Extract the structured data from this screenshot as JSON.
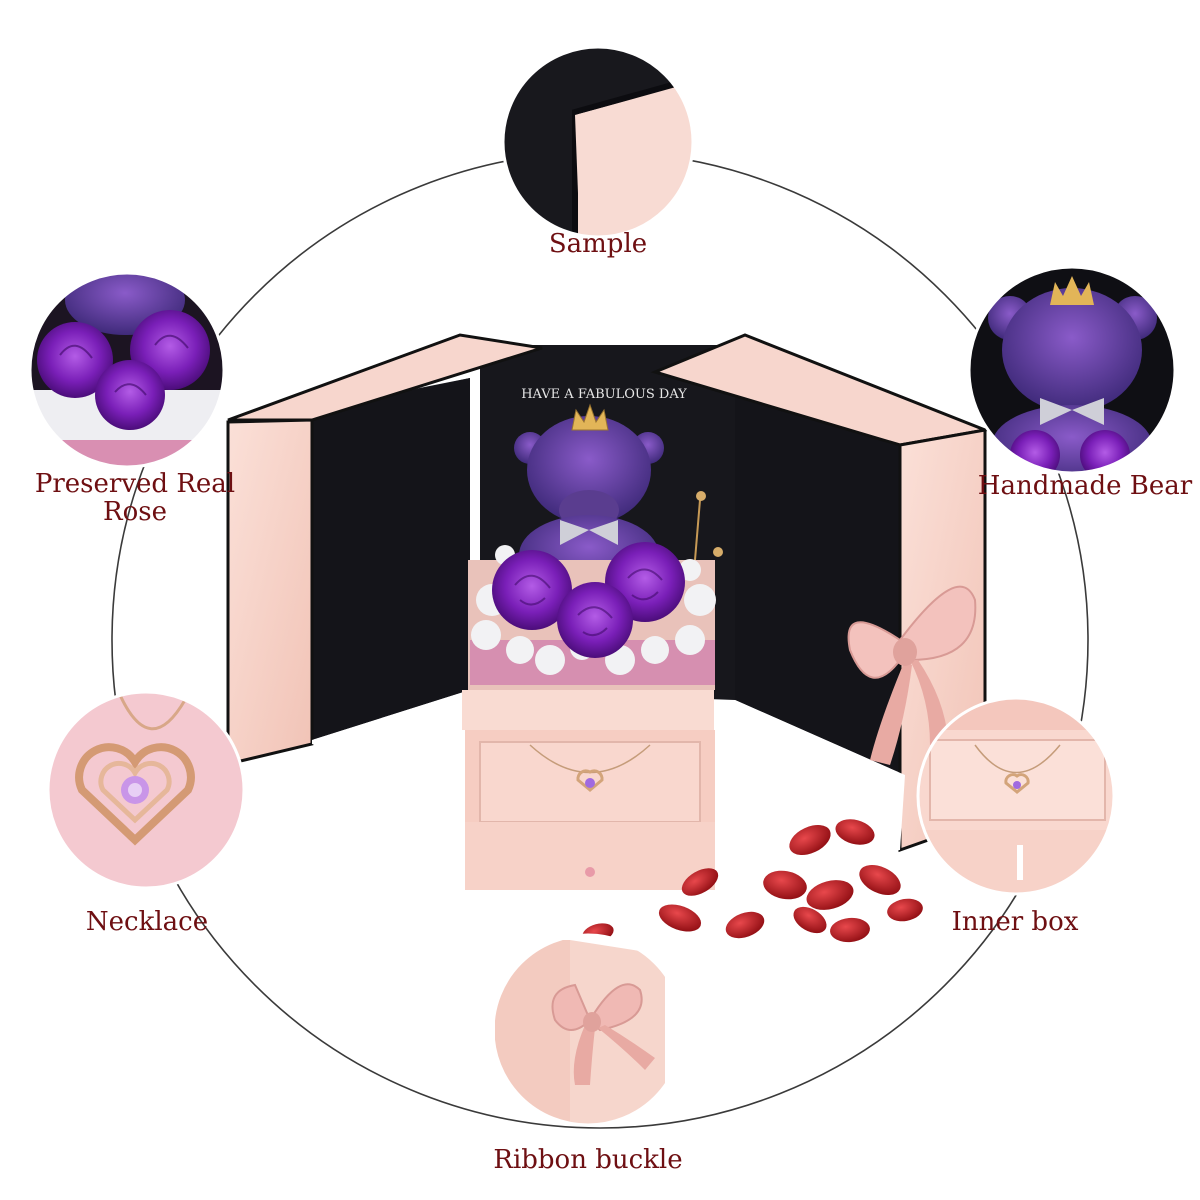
{
  "colors": {
    "label_text": "#6e0f12",
    "box_pink": "#f6cfc4",
    "box_interior": "#141419",
    "rose_purple": "#7a1fb8",
    "petal_red": "#c81e22",
    "ring_line": "#3a3a3a"
  },
  "box_text": "HAVE A FABULOUS DAY",
  "callouts": {
    "sample": {
      "label": "Sample"
    },
    "rose": {
      "label_line1": "Preserved Real",
      "label_line2": "Rose"
    },
    "bear": {
      "label": "Handmade Bear"
    },
    "necklace": {
      "label": "Necklace"
    },
    "inner_box": {
      "label": "Inner box"
    },
    "ribbon": {
      "label": "Ribbon buckle"
    }
  }
}
